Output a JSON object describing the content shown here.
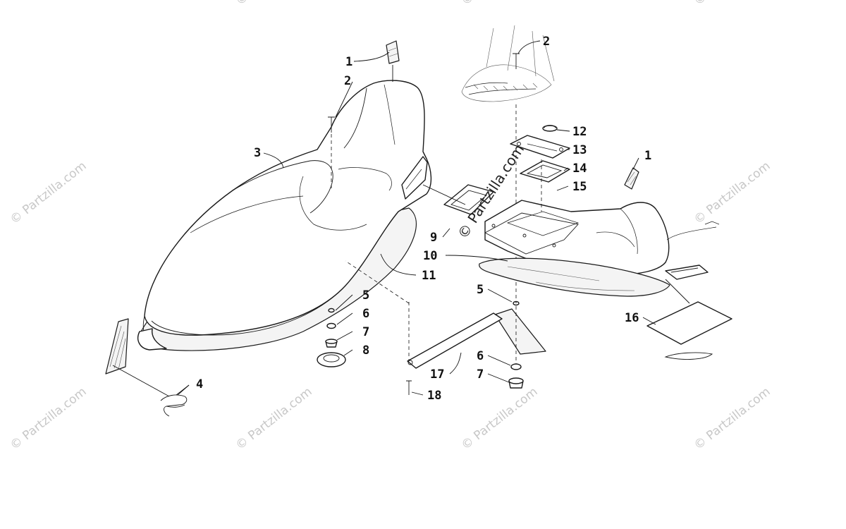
{
  "watermark": {
    "text": "© Partzilla.com",
    "center_text": "© Partzilla.com"
  },
  "callouts": [
    "1",
    "2",
    "3",
    "4",
    "5",
    "6",
    "7",
    "8",
    "9",
    "10",
    "11",
    "12",
    "13",
    "14",
    "15",
    "16",
    "17",
    "18"
  ],
  "colors": {
    "line": "#1a1a1a",
    "watermark": "#c8c8c8",
    "background": "#ffffff"
  }
}
